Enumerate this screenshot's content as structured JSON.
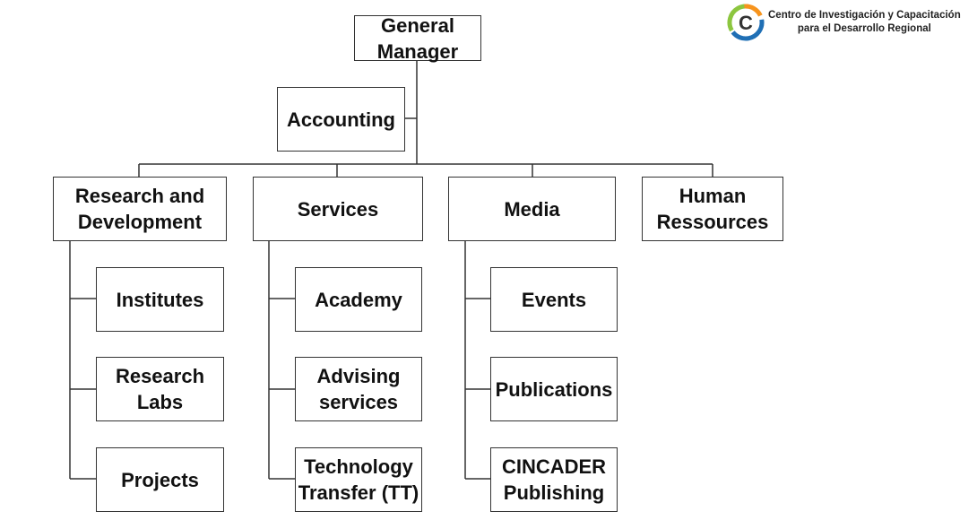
{
  "org_chart": {
    "general_manager": "General\nManager",
    "accounting": "Accounting",
    "departments": {
      "rnd": {
        "title": "Research and\nDevelopment",
        "units": [
          "Institutes",
          "Research\nLabs",
          "Projects"
        ]
      },
      "services": {
        "title": "Services",
        "units": [
          "Academy",
          "Advising\nservices",
          "Technology\nTransfer (TT)"
        ]
      },
      "media": {
        "title": "Media",
        "units": [
          "Events",
          "Publications",
          "CINCADER\nPublishing"
        ]
      },
      "hr": {
        "title": "Human\nRessources"
      }
    }
  },
  "logo": {
    "letter": "C",
    "line1": "Centro de Investigación y Capacitación",
    "line2": "para el Desarrollo Regional",
    "colors": {
      "blue": "#1f6fb5",
      "green": "#8cc63f",
      "orange": "#f7941d",
      "dark": "#333333"
    }
  }
}
